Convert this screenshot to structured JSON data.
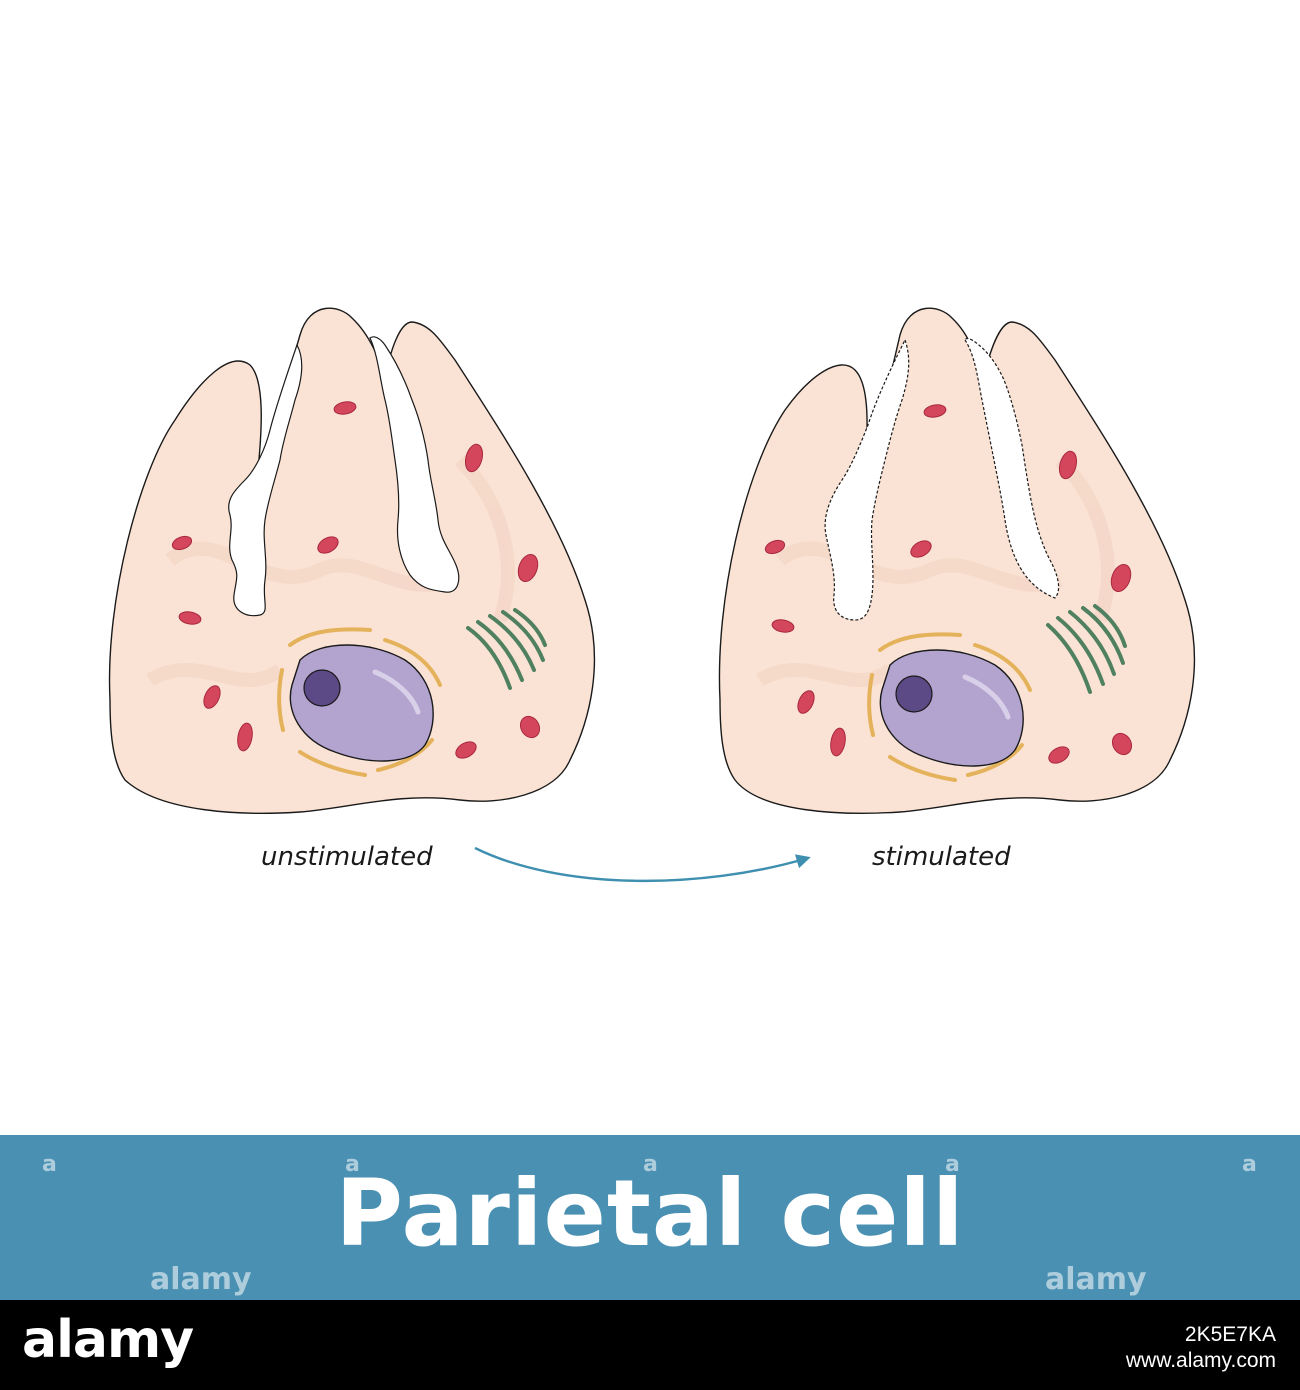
{
  "labels": {
    "left": "unstimulated",
    "right": "stimulated"
  },
  "title": "Parietal cell",
  "watermark": {
    "letter": "a",
    "word": "alamy"
  },
  "footer": {
    "logo": "alamy",
    "url": "www.alamy.com",
    "image_id": "2K5E7KA"
  },
  "colors": {
    "cytoplasm": "#fae3d4",
    "mitochondria": "#d4465c",
    "nucleus": "#b3a3cf",
    "nucleolus": "#5c4a86",
    "golgi": "#4f8060",
    "er": "#e4b25a",
    "arrow": "#3f8fb0",
    "banner": "#4a90b2"
  }
}
